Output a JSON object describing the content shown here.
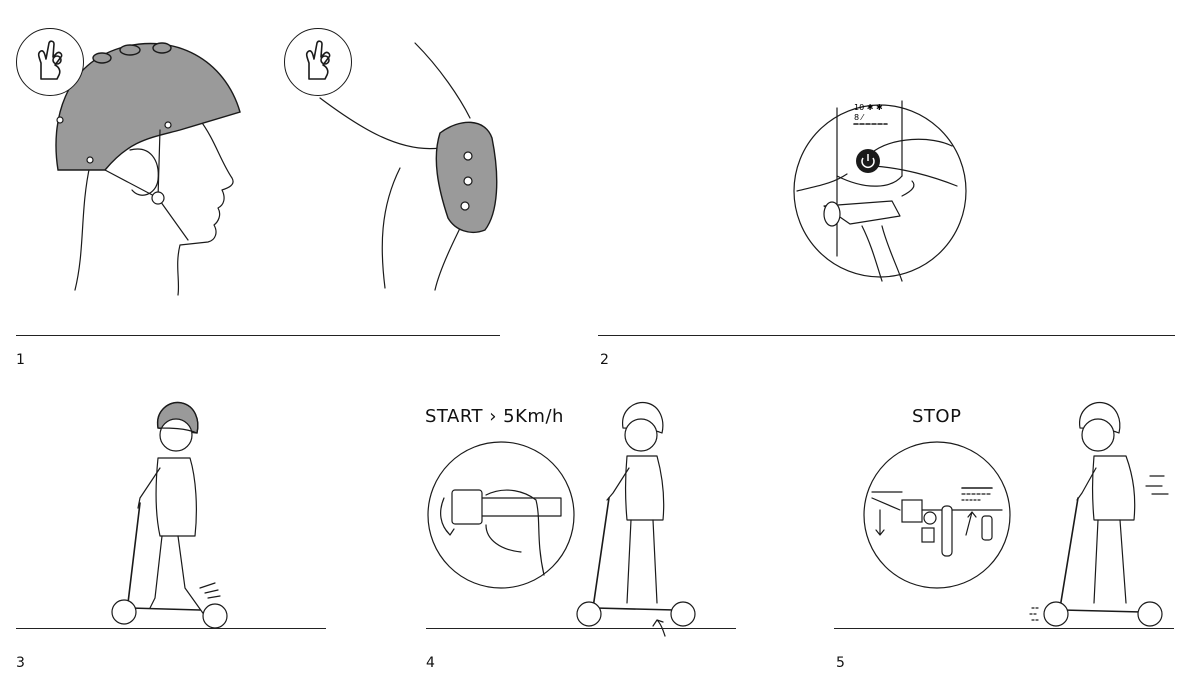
{
  "steps": [
    {
      "number": "1"
    },
    {
      "number": "2"
    },
    {
      "number": "3"
    },
    {
      "number": "4",
      "caption": "START › 5Km/h"
    },
    {
      "number": "5",
      "caption": "STOP"
    }
  ],
  "icons": [
    "ok-hand-icon",
    "helmet-icon",
    "elbow-pad-icon",
    "power-button-icon",
    "throttle-icon",
    "brake-lever-icon",
    "scooter-icon"
  ]
}
